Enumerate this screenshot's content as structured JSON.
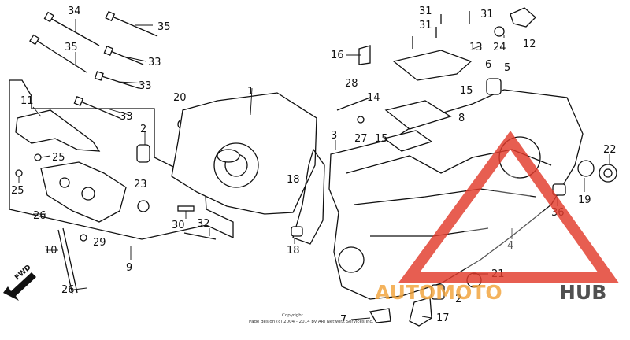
{
  "diagram": {
    "callouts": [
      "34",
      "35",
      "35",
      "33",
      "33",
      "33",
      "31",
      "31",
      "31",
      "16",
      "13",
      "12",
      "24",
      "6",
      "5",
      "11",
      "20",
      "1",
      "2",
      "28",
      "14",
      "15",
      "25",
      "25",
      "23",
      "3",
      "27",
      "15",
      "8",
      "22",
      "18",
      "19",
      "36",
      "30",
      "32",
      "26",
      "29",
      "10",
      "9",
      "18",
      "4",
      "21",
      "2",
      "7",
      "17",
      "26"
    ],
    "fwd_label": "FWD",
    "copyright_line1": "Copyright",
    "copyright_line2": "Page design (c) 2004 - 2014 by ARI Network Services Inc."
  },
  "watermark": {
    "brand_part1": "AUTOMOTO",
    "brand_part2": "HUB",
    "color_red": "#e23b2c",
    "color_orange": "#f2a33a",
    "color_dark": "#2a2a2a"
  }
}
